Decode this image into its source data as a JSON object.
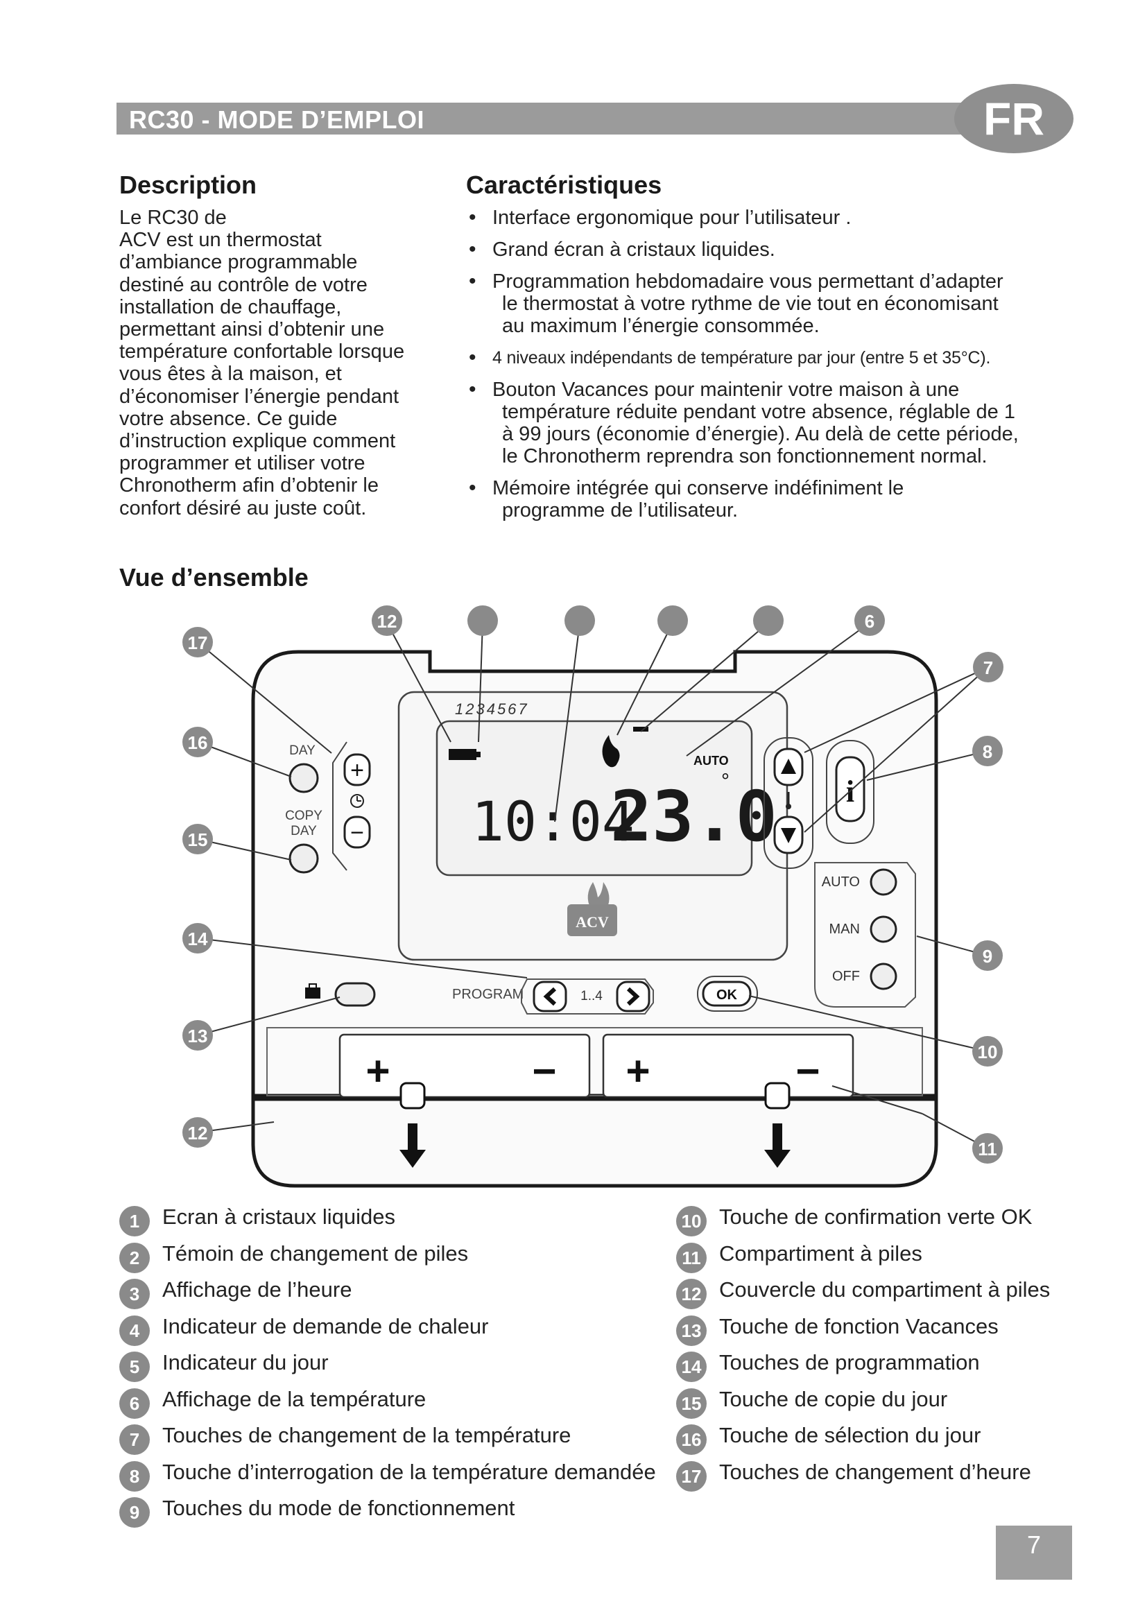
{
  "header": {
    "title": "RC30 - MODE D’EMPLOI",
    "language": "FR"
  },
  "description": {
    "heading": "Description",
    "lines": [
      "Le RC30 de",
      "ACV est un thermostat",
      "d’ambiance programmable",
      "destiné au contrôle de votre",
      "installation de chauffage,",
      "permettant ainsi d’obtenir une",
      "température confortable lorsque",
      "vous êtes à la maison, et",
      "d’économiser l’énergie pendant",
      "votre absence. Ce guide",
      "d’instruction explique comment",
      "programmer et utiliser votre",
      "Chronotherm afin d’obtenir le",
      "confort désiré au juste coût."
    ]
  },
  "features": {
    "heading": "Caractéristiques",
    "items": [
      {
        "first": "Interface ergonomique pour l’utilisateur .",
        "rest": []
      },
      {
        "first": "Grand écran à cristaux liquides.",
        "rest": []
      },
      {
        "first": "Programmation hebdomadaire vous permettant d’adapter",
        "rest": [
          "le thermostat à votre rythme de vie tout en économisant",
          "au maximum l’énergie consommée."
        ]
      },
      {
        "first": "4 niveaux indépendants de température par jour (entre 5 et 35°C).",
        "rest": []
      },
      {
        "first": "Bouton Vacances pour maintenir votre maison à une",
        "rest": [
          "température réduite pendant votre absence, réglable de 1",
          "à 99 jours (économie d’énergie). Au delà de cette période,",
          "le Chronotherm reprendra son fonctionnement normal."
        ]
      },
      {
        "first": "Mémoire intégrée qui conserve indéfiniment le",
        "rest": [
          "programme de l’utilisateur."
        ]
      }
    ]
  },
  "overview": {
    "heading": "Vue d’ensemble",
    "display": {
      "days": "1234567",
      "time": "10:04",
      "temperature": "23.0",
      "degree": "°",
      "mode": "AUTO"
    },
    "labels": {
      "day": "DAY",
      "copy_day_1": "COPY",
      "copy_day_2": "DAY",
      "program": "PROGRAM",
      "program_range": "1..4",
      "ok": "OK",
      "auto": "AUTO",
      "man": "MAN",
      "off": "OFF",
      "info": "i",
      "brand": "ACV",
      "plus": "+",
      "minus": "−"
    },
    "callouts": [
      "12",
      "6",
      "7",
      "8",
      "9",
      "10",
      "11",
      "12",
      "13",
      "14",
      "15",
      "16",
      "17"
    ]
  },
  "legend": {
    "left": [
      {
        "num": "1",
        "text": "Ecran à cristaux liquides"
      },
      {
        "num": "2",
        "text": "Témoin de changement de piles"
      },
      {
        "num": "3",
        "text": "Affichage de l’heure"
      },
      {
        "num": "4",
        "text": "Indicateur de demande de chaleur"
      },
      {
        "num": "5",
        "text": "Indicateur du jour"
      },
      {
        "num": "6",
        "text": "Affichage de la température"
      },
      {
        "num": "7",
        "text": "Touches de changement de la température"
      },
      {
        "num": "8",
        "text": "Touche d’interrogation de la température demandée"
      },
      {
        "num": "9",
        "text": "Touches du mode de fonctionnement"
      }
    ],
    "right": [
      {
        "num": "10",
        "text": "Touche de confirmation verte OK"
      },
      {
        "num": "11",
        "text": "Compartiment à piles"
      },
      {
        "num": "12",
        "text": "Couvercle du compartiment à piles"
      },
      {
        "num": "13",
        "text": "Touche de fonction Vacances"
      },
      {
        "num": "14",
        "text": "Touches de programmation"
      },
      {
        "num": "15",
        "text": "Touche de copie du jour"
      },
      {
        "num": "16",
        "text": "Touche de sélection du jour"
      },
      {
        "num": "17",
        "text": "Touches de changement d’heure"
      }
    ]
  },
  "page_number": "7"
}
